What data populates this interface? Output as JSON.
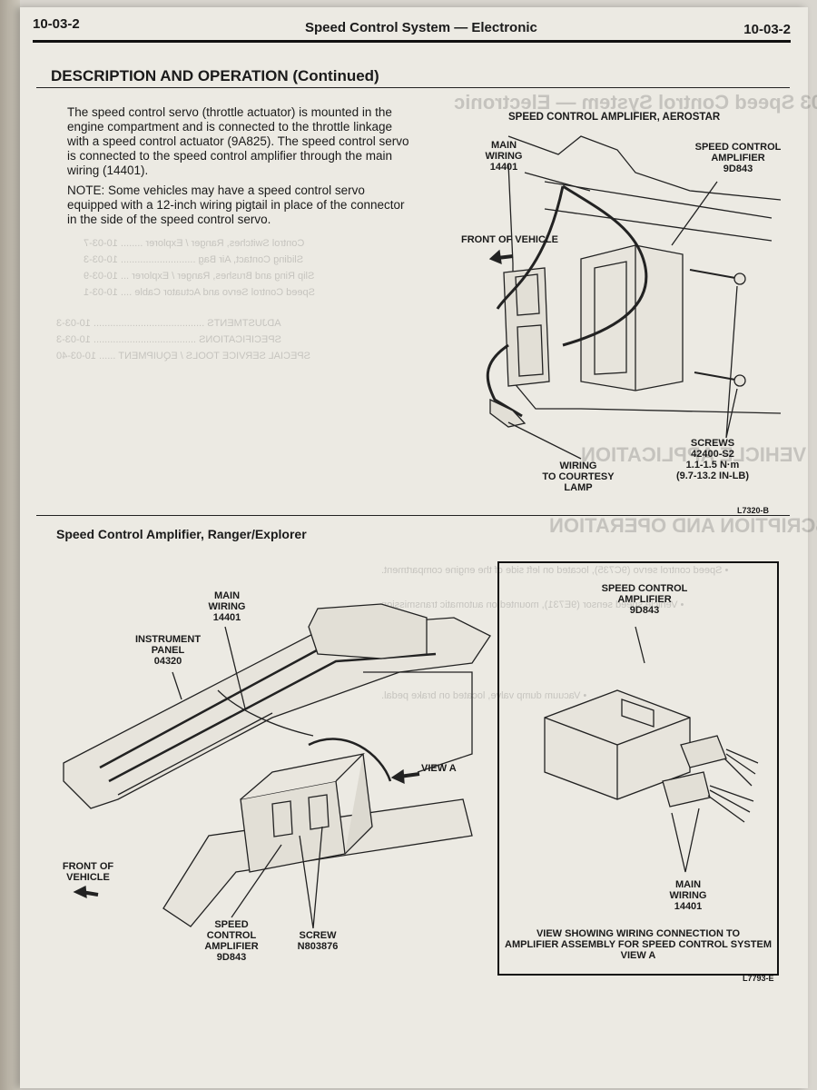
{
  "header": {
    "page_left": "10-03-2",
    "title": "Speed Control System — Electronic",
    "page_right": "10-03-2"
  },
  "section_title": "DESCRIPTION AND OPERATION (Continued)",
  "body": {
    "paragraph1": "The speed control servo (throttle actuator) is mounted in the engine compartment and is connected to the throttle linkage with a speed control actuator (9A825). The speed control servo is connected to the speed control amplifier through the main wiring (14401).",
    "note": "NOTE: Some vehicles may have a speed control servo equipped with a 12-inch wiring pigtail in place of the connector in the side of the speed control servo."
  },
  "figure1": {
    "title": "SPEED CONTROL AMPLIFIER, AEROSTAR",
    "labels": {
      "main_wiring": "MAIN\nWIRING\n14401",
      "amplifier": "SPEED CONTROL\nAMPLIFIER\n9D843",
      "front_of_vehicle": "FRONT OF VEHICLE",
      "screws": "SCREWS\n42400-S2\n1.1-1.5 N·m\n(9.7-13.2 IN-LB)",
      "courtesy_wiring": "WIRING\nTO COURTESY\nLAMP"
    },
    "code": "L7320-B"
  },
  "figure2": {
    "title": "Speed Control Amplifier, Ranger/Explorer",
    "labels": {
      "main_wiring": "MAIN\nWIRING\n14401",
      "instrument_panel": "INSTRUMENT\nPANEL\n04320",
      "view_a": "VIEW A",
      "front_of_vehicle": "FRONT OF\nVEHICLE",
      "amplifier": "SPEED\nCONTROL\nAMPLIFIER\n9D843",
      "screw": "SCREW\nN803876"
    },
    "view_box": {
      "amplifier": "SPEED CONTROL\nAMPLIFIER\n9D843",
      "main_wiring": "MAIN\nWIRING\n14401",
      "caption": "VIEW SHOWING WIRING CONNECTION TO\nAMPLIFIER ASSEMBLY FOR SPEED CONTROL SYSTEM\nVIEW A"
    },
    "code": "L7793-E"
  }
}
